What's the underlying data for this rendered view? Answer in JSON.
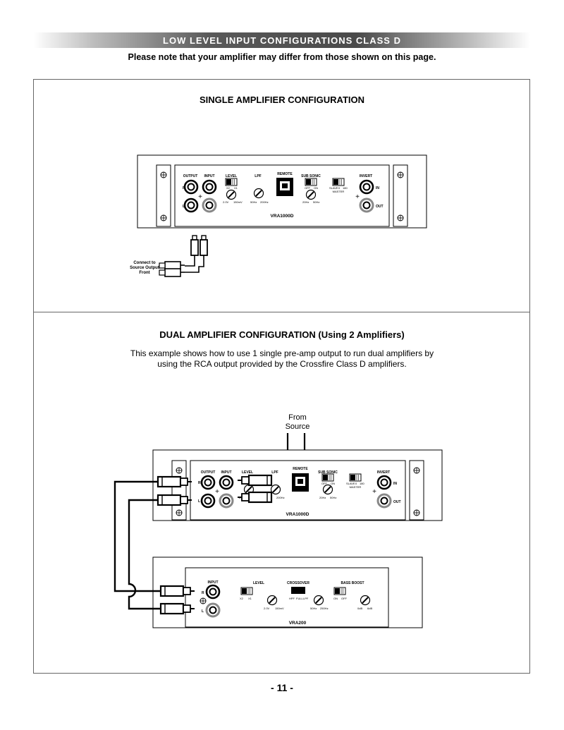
{
  "header": {
    "banner": "LOW LEVEL INPUT CONFIGURATIONS CLASS D",
    "note": "Please note that your amplifier may differ from those shown on this page."
  },
  "single": {
    "title": "SINGLE AMPLIFIER CONFIGURATION",
    "amp": {
      "model": "VRA1000D",
      "output": "OUTPUT",
      "input": "INPUT",
      "level": "LEVEL",
      "level_x2": "X2",
      "level_x1": "X1",
      "level_min": "2.0V",
      "level_max": "150mV",
      "lpf": "LPF",
      "lpf_min": "50Hz",
      "lpf_max": "200Hz",
      "remote": "REMOTE",
      "subsonic": "SUB SONIC",
      "sub_off": "OFF",
      "sub_on": "ON",
      "sub_min": "20Hz",
      "sub_max": "50Hz",
      "slave": "SLAVE",
      "slave_mid": "0",
      "slave_right": "180",
      "master": "MASTER",
      "invert": "INVERT",
      "in": "IN",
      "out": "OUT",
      "r": "R",
      "l": "L"
    },
    "caption": [
      "Connect to",
      "Source Output",
      "Front"
    ]
  },
  "dual": {
    "title": "DUAL AMPLIFIER CONFIGURATION (Using 2 Amplifiers)",
    "desc_line1": "This example shows how to use 1 single pre-amp output to run dual amplifiers by",
    "desc_line2": "using the RCA output provided by the Crossfire Class D amplifiers.",
    "from": "From",
    "source": "Source",
    "amp1": {
      "model": "VRA1000D",
      "output": "OUTPUT",
      "input": "INPUT",
      "level": "LEVEL",
      "lpf": "LPF",
      "remote": "REMOTE",
      "subsonic": "SUB SONIC",
      "sub_off": "OFF",
      "sub_on": "ON",
      "sub_min": "20Hz",
      "sub_max": "50Hz",
      "slave": "SLAVE",
      "slave_mid": "0",
      "slave_right": "180",
      "master": "MASTER",
      "invert": "INVERT",
      "in": "IN",
      "out": "OUT",
      "level_min": "2.0V",
      "lpf_max": "200Hz",
      "r": "R",
      "l": "L"
    },
    "amp2": {
      "model": "VRA200",
      "input": "INPUT",
      "level": "LEVEL",
      "x2": "X2",
      "x1": "X1",
      "lvl_min": "2.0V",
      "lvl_max": "150mV",
      "crossover": "CROSSOVER",
      "hpf": "HPF",
      "full": "FULL",
      "lpf": "LPF",
      "xo_min": "50Hz",
      "xo_max": "250Hz",
      "bass": "BASS BOOST",
      "on": "ON",
      "off": "OFF",
      "bb_min": "0dB",
      "bb_max": "6dB",
      "r": "R",
      "l": "L"
    }
  },
  "footer": {
    "page": "- 11 -"
  }
}
